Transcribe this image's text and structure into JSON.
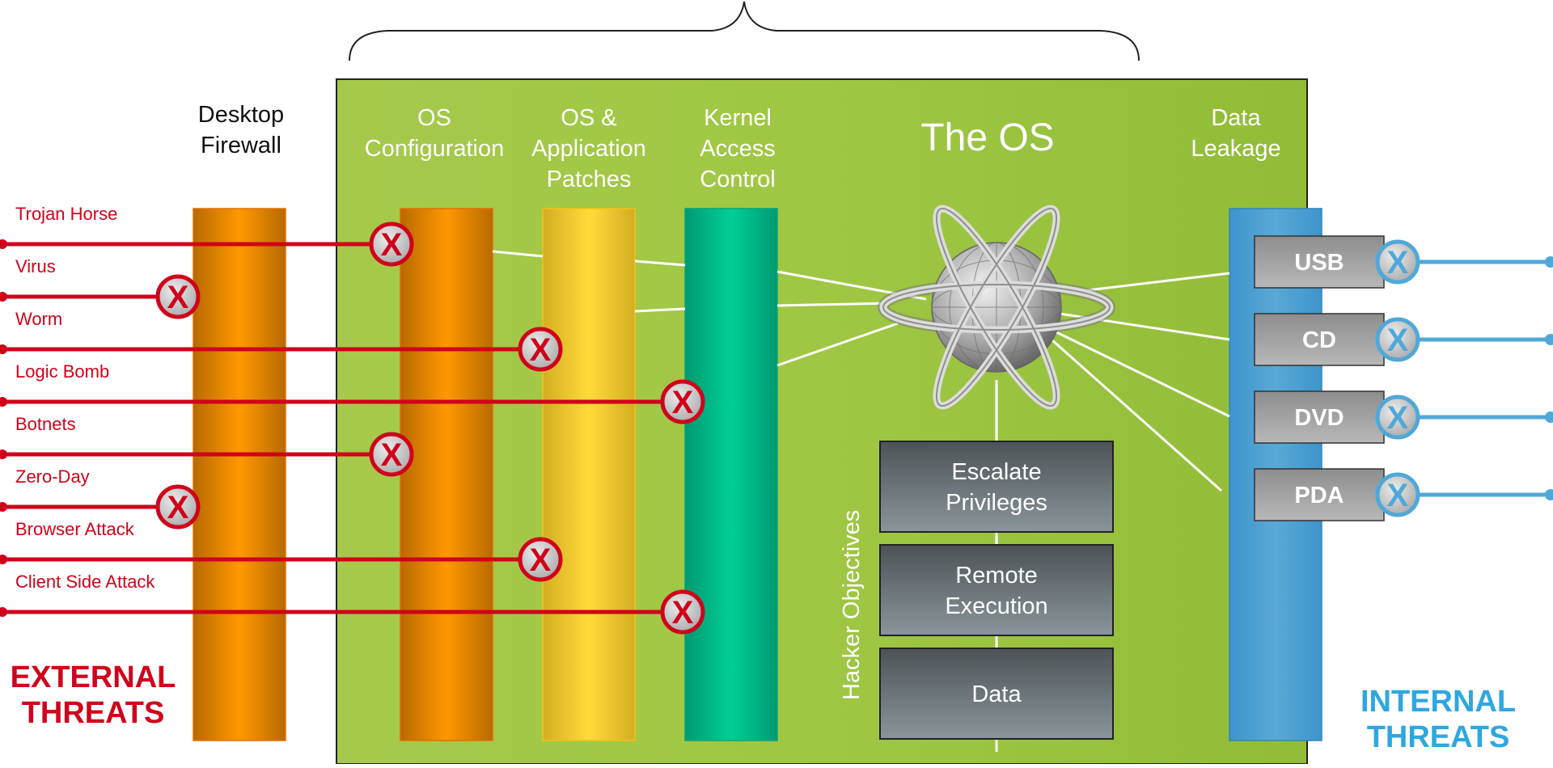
{
  "layers": {
    "firewall": "Desktop\nFirewall",
    "os_config": "OS\nConfiguration",
    "patches": "OS &\nApplication\nPatches",
    "kernel": "Kernel\nAccess\nControl",
    "the_os": "The OS",
    "data_leakage": "Data\nLeakage"
  },
  "external_threats": {
    "title": "EXTERNAL\nTHREATS",
    "items": [
      {
        "label": "Trojan Horse",
        "blocked_by": "os_config"
      },
      {
        "label": "Virus",
        "blocked_by": "firewall"
      },
      {
        "label": "Worm",
        "blocked_by": "patches"
      },
      {
        "label": "Logic Bomb",
        "blocked_by": "kernel"
      },
      {
        "label": "Botnets",
        "blocked_by": "os_config"
      },
      {
        "label": "Zero-Day",
        "blocked_by": "firewall"
      },
      {
        "label": "Browser Attack",
        "blocked_by": "patches"
      },
      {
        "label": "Client Side Attack",
        "blocked_by": "kernel"
      }
    ]
  },
  "internal_threats": {
    "title": "INTERNAL\nTHREATS",
    "devices": [
      "USB",
      "CD",
      "DVD",
      "PDA"
    ]
  },
  "hacker_objectives": {
    "label": "Hacker Objectives",
    "boxes": [
      "Escalate\nPrivileges",
      "Remote\nExecution",
      "Data"
    ]
  },
  "block_mark": "X",
  "icons": {
    "os_core": "atom-globe-icon",
    "block": "x-circle-icon"
  },
  "colors": {
    "external": "#d0021b",
    "internal": "#2ea7e0",
    "internal_line": "#4fa8d8",
    "panel": "#9cc43f",
    "firewall": "#e28800",
    "os_config": "#d98300",
    "patches": "#f1c62e",
    "kernel": "#00b98c",
    "data_leakage": "#4aa1d3"
  }
}
